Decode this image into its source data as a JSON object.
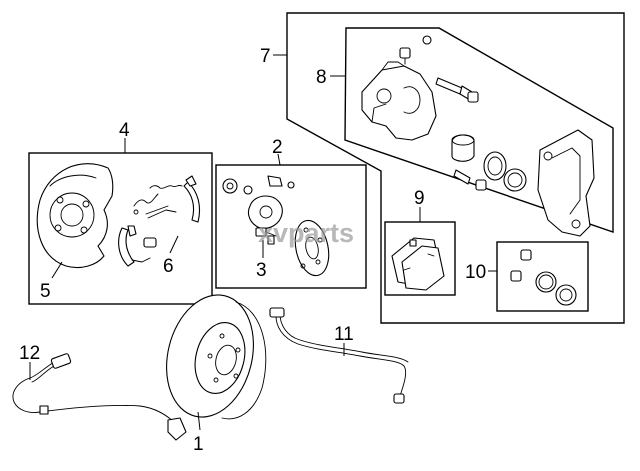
{
  "diagram": {
    "watermark": "xvparts",
    "callouts": {
      "c1": "1",
      "c2": "2",
      "c3": "3",
      "c4": "4",
      "c5": "5",
      "c6": "6",
      "c7": "7",
      "c8": "8",
      "c9": "9",
      "c10": "10",
      "c11": "11",
      "c12": "12"
    }
  }
}
